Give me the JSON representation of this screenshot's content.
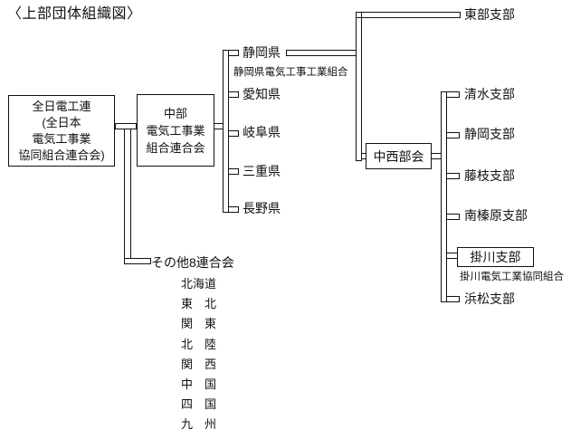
{
  "title": "〈上部団体組織図〉",
  "colors": {
    "line": "#111111",
    "text": "#111111",
    "background": "#ffffff"
  },
  "root_box": {
    "lines": [
      "全日電工連",
      "(全日本",
      "電気工事業",
      "協同組合連合会)"
    ]
  },
  "chubu_box": {
    "lines": [
      "中部",
      "電気工事業",
      "組合連合会"
    ]
  },
  "prefectures": [
    {
      "label": "静岡県",
      "annotation": "静岡県電気工事工業組合"
    },
    {
      "label": "愛知県"
    },
    {
      "label": "岐阜県"
    },
    {
      "label": "三重県"
    },
    {
      "label": "長野県"
    }
  ],
  "tobu_branch": {
    "label": "東部支部"
  },
  "chuseibukai": {
    "label": "中西部会"
  },
  "shibu_branches": [
    "清水支部",
    "静岡支部",
    "藤枝支部",
    "南榛原支部",
    "掛川支部",
    "浜松支部"
  ],
  "kakegawa_annotation": "掛川電気工業協同組合",
  "others": {
    "label": "その他8連合会",
    "items": [
      "北海道",
      "東　北",
      "関　東",
      "北　陸",
      "関　西",
      "中　国",
      "四　国",
      "九　州"
    ]
  }
}
